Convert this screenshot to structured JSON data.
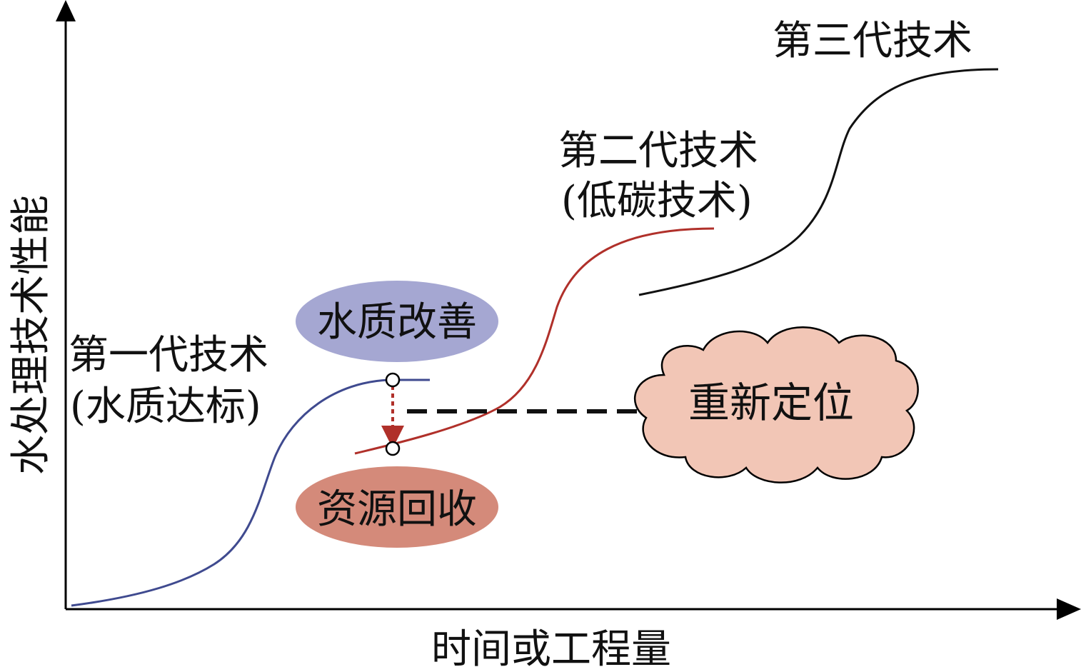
{
  "axes": {
    "y_label": "水处理技术性能",
    "x_label": "时间或工程量"
  },
  "generations": {
    "first": {
      "title": "第一代技术",
      "subtitle": "(水质达标)",
      "color": "#3f4a8f"
    },
    "second": {
      "title": "第二代技术",
      "subtitle": "(低碳技术)",
      "color": "#b0302a"
    },
    "third": {
      "title": "第三代技术",
      "color": "#111111"
    }
  },
  "callouts": {
    "water_quality": {
      "text": "水质改善",
      "color": "#a5a7d2"
    },
    "resource_recovery": {
      "text": "资源回收",
      "color": "#d48a7a"
    },
    "repositioning": {
      "text": "重新定位",
      "color": "#f2c6b6"
    }
  },
  "arrow_color": "#b0302a"
}
